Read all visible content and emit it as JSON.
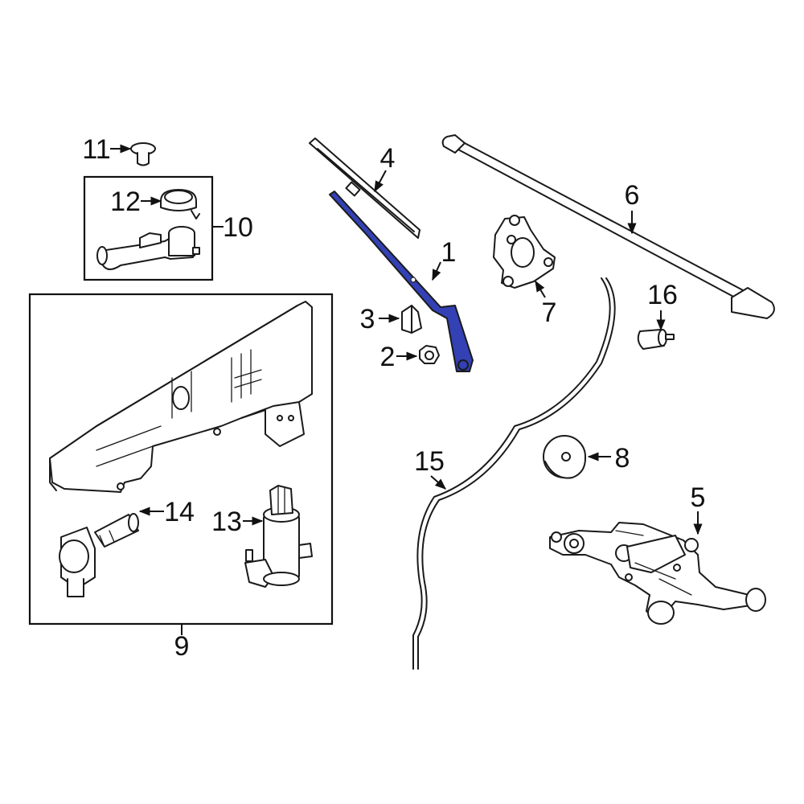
{
  "diagram": {
    "highlight_color": "#3341b5",
    "line_color": "#1a1a1a",
    "background_color": "#ffffff"
  },
  "callouts": {
    "c1": "1",
    "c2": "2",
    "c3": "3",
    "c4": "4",
    "c5": "5",
    "c6": "6",
    "c7": "7",
    "c8": "8",
    "c9": "9",
    "c10": "10",
    "c11": "11",
    "c12": "12",
    "c13": "13",
    "c14": "14",
    "c15": "15",
    "c16": "16"
  }
}
